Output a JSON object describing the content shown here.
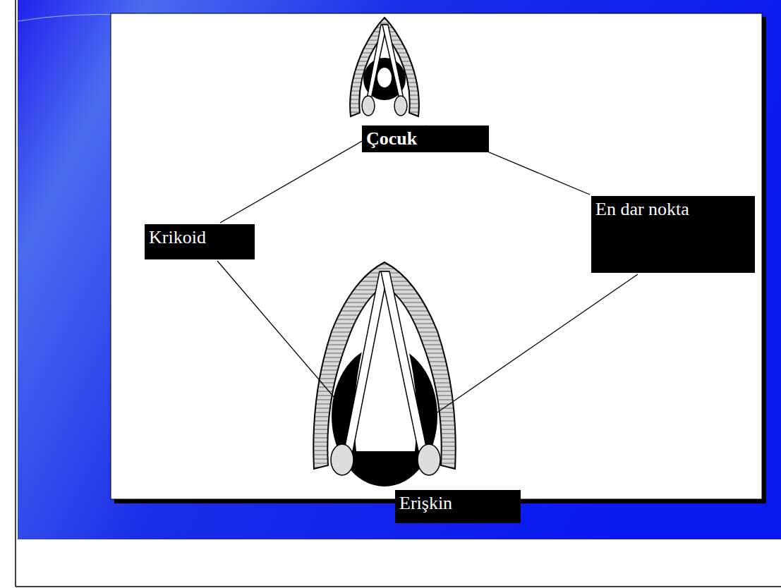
{
  "diagram": {
    "nodes": [
      {
        "text": [
          "Çocuk"
        ]
      },
      {
        "text": [
          "Krikoid"
        ]
      },
      {
        "text": [
          "En dar nokta"
        ]
      },
      {
        "text": [
          "Erişkin"
        ]
      }
    ]
  }
}
